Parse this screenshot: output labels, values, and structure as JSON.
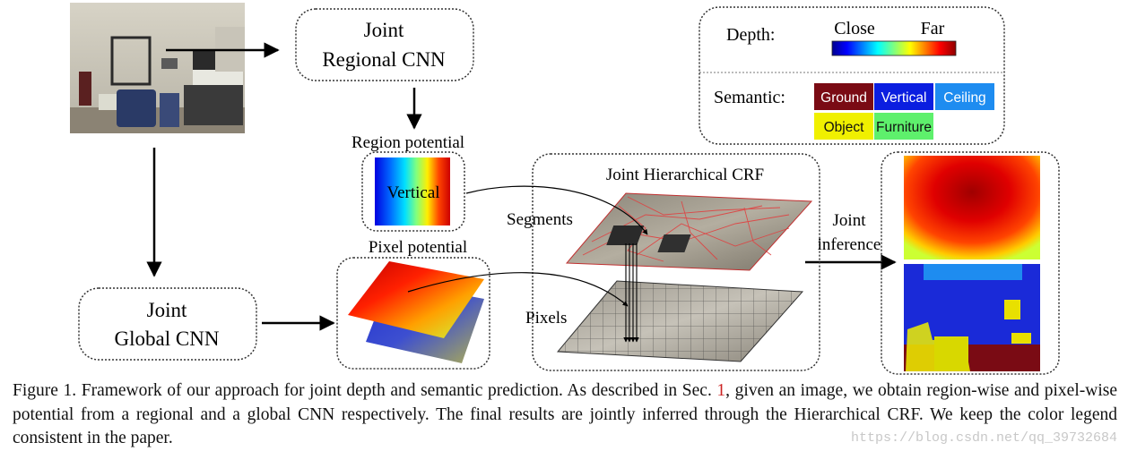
{
  "figure": {
    "regional_cnn": {
      "line1": "Joint",
      "line2": "Regional CNN"
    },
    "global_cnn": {
      "line1": "Joint",
      "line2": "Global CNN"
    },
    "region_potential_label": "Region potential",
    "region_potential_inner": "Vertical",
    "pixel_potential_label": "Pixel potential",
    "crf_title": "Joint Hierarchical CRF",
    "segments_label": "Segments",
    "pixels_label": "Pixels",
    "joint_inference": {
      "line1": "Joint",
      "line2": "inference"
    },
    "legend": {
      "depth_label": "Depth:",
      "depth_close": "Close",
      "depth_far": "Far",
      "semantic_label": "Semantic:",
      "classes": [
        {
          "name": "Ground",
          "color": "#7a0b14",
          "text_color": "#ffffff"
        },
        {
          "name": "Vertical",
          "color": "#0b1ee0",
          "text_color": "#ffffff"
        },
        {
          "name": "Ceiling",
          "color": "#1e8cf0",
          "text_color": "#ffffff"
        },
        {
          "name": "Object",
          "color": "#f0f000",
          "text_color": "#111111"
        },
        {
          "name": "Furniture",
          "color": "#5ef06c",
          "text_color": "#111111"
        }
      ]
    }
  },
  "caption": {
    "part1": "Figure 1. Framework of our approach for joint depth and semantic prediction.  As described in Sec. ",
    "sec_ref": "1",
    "part2": ", given an image, we obtain region-wise and pixel-wise potential from a regional and a global CNN respectively. The final results are jointly inferred through the Hierarchical CRF. We keep the color legend consistent in the paper."
  },
  "watermark": "https://blog.csdn.net/qq_39732684"
}
